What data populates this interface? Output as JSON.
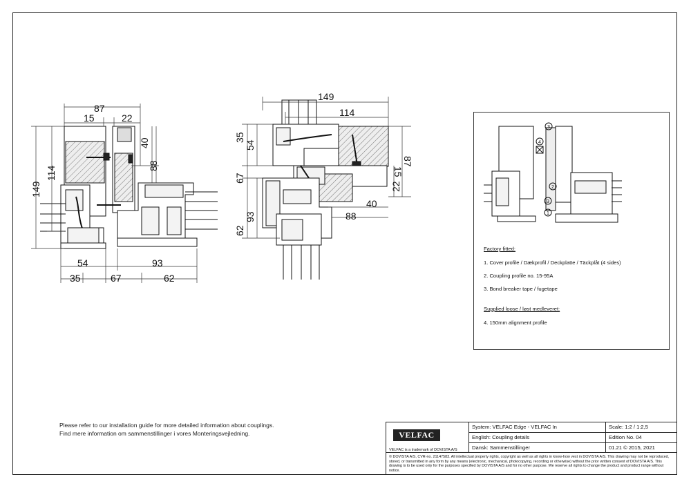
{
  "drawing": {
    "left_section": {
      "top_dims": [
        "87",
        "15",
        "22"
      ],
      "right_dims": [
        "40",
        "88"
      ],
      "left_dims": [
        "149",
        "114"
      ],
      "bottom_dims_row1": [
        "54",
        "93"
      ],
      "bottom_dims_row2": [
        "35",
        "67",
        "62"
      ]
    },
    "middle_section": {
      "top_dims": [
        "149",
        "114"
      ],
      "left_dims": [
        "35",
        "54",
        "67",
        "62",
        "93"
      ],
      "right_dims": [
        "87",
        "22",
        "15"
      ],
      "inner_dims": [
        "40",
        "88"
      ]
    },
    "callouts": [
      "3",
      "4",
      "2",
      "3",
      "1"
    ]
  },
  "notes": {
    "line1": "Please refer to our installation guide for more detailed information about couplings.",
    "line2": "Find mere information om sammenstillinger i vores Monteringsvejledning."
  },
  "legend": {
    "factory_heading": "Factory fitted:",
    "item1": "1. Cover profile / Dækprofil / Deckplatte / Täckplåt  (4 sides)",
    "item2": "2. Coupling profile no. 15-95A",
    "item3": "3. Bond breaker tape / fugetape",
    "loose_heading": "Supplied loose / løst medleveret:",
    "item4": "4. 150mm alignment profile"
  },
  "title_block": {
    "logo": "VELFAC",
    "trademark": "VELFAC is a trademark of DOVISTA A/S",
    "system": "System:  VELFAC Edge - VELFAC In",
    "english": "English:  Coupling details",
    "dansk": "Dansk:   Sammenstillinger",
    "scale": "Scale: 1:2 / 1:2,5",
    "edition": "Edition No. 04",
    "date": "01.21 © 2015, 2021",
    "legal": "© DOVISTA A/S, CVR-no. 21147583. All intellectual property rights, copyright as well as all rights in know-how vest in DOVISTA A/S. This drawing may not be reproduced, stored, or transmitted in any form by any means (electronic, mechanical, photocopying, recording or otherwise) without the prior written consent of DOVISTA A/S. This drawing is to be used only for the purposes specified by DOVISTA A/S and for no other purpose. We reserve all rights to change the product and product range without notice."
  }
}
